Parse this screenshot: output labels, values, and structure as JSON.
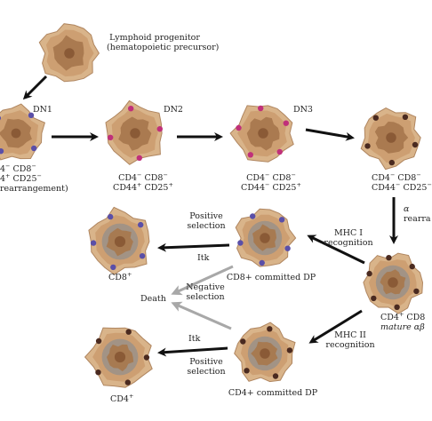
{
  "progenitor": {
    "line1": "Lymphoid progenitor",
    "line2": "(hematopoietic precursor)"
  },
  "stages": {
    "dn1": {
      "name": "DN1",
      "line1_a": "4",
      "line1_a_sup": "−",
      "line1_b": " CD8",
      "line1_b_sup": "−",
      "line2_a": "4",
      "line2_a_sup": "+",
      "line2_b": " CD25",
      "line2_b_sup": "−",
      "line3": "rearrangement)"
    },
    "dn2": {
      "name": "DN2",
      "line1_a": "CD4",
      "line1_a_sup": "−",
      "line1_b": " CD8",
      "line1_b_sup": "−",
      "line2_a": "CD44",
      "line2_a_sup": "+",
      "line2_b": " CD25",
      "line2_b_sup": "+"
    },
    "dn3": {
      "name": "DN3",
      "line1_a": "CD4",
      "line1_a_sup": "−",
      "line1_b": " CD8",
      "line1_b_sup": "−",
      "line2_a": "CD44",
      "line2_a_sup": "−",
      "line2_b": " CD25",
      "line2_b_sup": "+"
    },
    "dn4": {
      "line1_a": "CD4",
      "line1_a_sup": "−",
      "line1_b": " CD8",
      "line1_b_sup": "−",
      "line2_a": "CD44",
      "line2_a_sup": "−",
      "line2_b": " CD25",
      "line2_b_sup": "−"
    },
    "rearrangement_partial": {
      "line1": "α",
      "line2": "rearra"
    },
    "dp": {
      "line1_a": "CD4",
      "line1_a_sup": "+",
      "line1_b": " CD8",
      "line2": "mature αβ"
    },
    "cd8_committed": "CD8+ committed DP",
    "cd4_committed": "CD4+ committed DP",
    "cd8_single": "CD8",
    "cd8_single_sup": "+",
    "cd4_single": "CD4",
    "cd4_single_sup": "+",
    "death": "Death"
  },
  "arrow_labels": {
    "mhc1_a": "MHC I",
    "mhc1_b": "recognition",
    "mhc2_a": "MHC II",
    "mhc2_b": "recognition",
    "positive_a": "Positive",
    "positive_b": "selection",
    "itk_1": "Itk",
    "negative_a": "Negative",
    "negative_b": "selection",
    "itk_2": "Itk",
    "positive2_a": "Positive",
    "positive2_b": "selection"
  },
  "colors": {
    "membrane": "#d9b48a",
    "membrane_dark": "#b08660",
    "nucleus": "#a8784e",
    "grey_ring": "#9a9088",
    "receptor_blue": "#5a4fa8",
    "receptor_pink": "#c0307a",
    "receptor_dark": "#4a2a20",
    "arrow_black": "#111111",
    "arrow_grey": "#a8a8a8"
  }
}
